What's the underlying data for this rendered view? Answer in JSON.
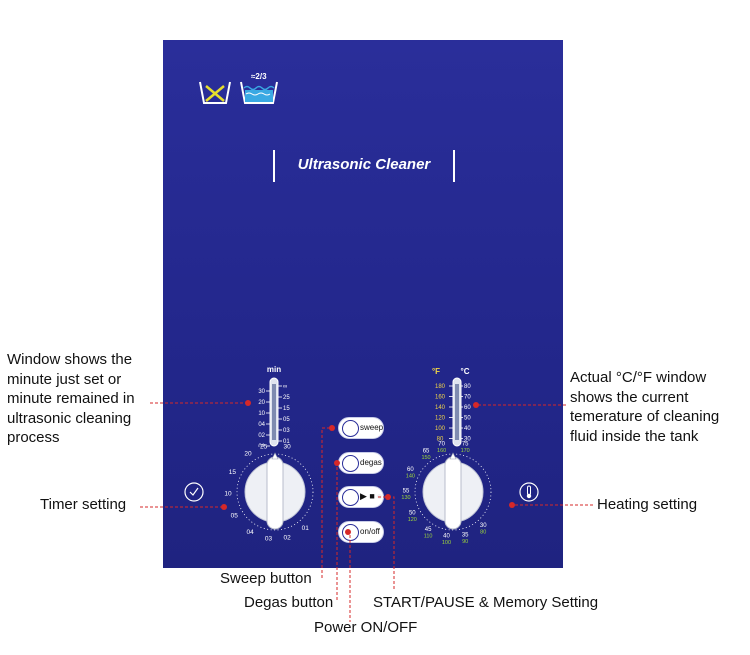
{
  "panel": {
    "title": "Ultrasonic Cleaner",
    "fill_mark": "≈2/3"
  },
  "timer_window": {
    "unit": "min",
    "left_scale": [
      "30",
      "20",
      "10",
      "04",
      "02",
      "01"
    ],
    "right_scale": [
      "∞",
      "25",
      "15",
      "05",
      "03",
      "01"
    ]
  },
  "timer_knob": {
    "labels": [
      {
        "text": "01",
        "deg": -50
      },
      {
        "text": "02",
        "deg": -75
      },
      {
        "text": "03",
        "deg": -98
      },
      {
        "text": "04",
        "deg": -122
      },
      {
        "text": "05",
        "deg": -150
      },
      {
        "text": "10",
        "deg": -178
      },
      {
        "text": "15",
        "deg": -205
      },
      {
        "text": "20",
        "deg": -235
      },
      {
        "text": "25",
        "deg": -256
      },
      {
        "text": "30",
        "deg": -285
      }
    ]
  },
  "temp_window": {
    "f_unit": "°F",
    "c_unit": "°C",
    "f_scale": [
      "180",
      "160",
      "140",
      "120",
      "100",
      "80"
    ],
    "c_scale": [
      "80",
      "70",
      "60",
      "50",
      "40",
      "30"
    ]
  },
  "temp_knob": {
    "labels": [
      {
        "c": "30",
        "f": "80",
        "deg": -50
      },
      {
        "c": "35",
        "f": "90",
        "deg": -75
      },
      {
        "c": "40",
        "f": "100",
        "deg": -98
      },
      {
        "c": "45",
        "f": "110",
        "deg": -122
      },
      {
        "c": "50",
        "f": "120",
        "deg": -150
      },
      {
        "c": "55",
        "f": "130",
        "deg": -178
      },
      {
        "c": "60",
        "f": "140",
        "deg": -205
      },
      {
        "c": "65",
        "f": "150",
        "deg": -235
      },
      {
        "c": "70",
        "f": "160",
        "deg": -256
      },
      {
        "c": "75",
        "f": "170",
        "deg": -285
      }
    ]
  },
  "buttons": [
    {
      "label": "sweep"
    },
    {
      "label": "degas"
    },
    {
      "label": "▶ ■"
    },
    {
      "label": "on/off"
    }
  ],
  "callouts": {
    "timer_window": [
      "Window shows the",
      "minute just set or",
      "minute remained in",
      "ultrasonic cleaning",
      "process"
    ],
    "timer_setting": "Timer setting",
    "temp_window": [
      "Actual °C/°F window",
      "shows the current",
      "temerature of cleaning",
      "fluid inside the tank"
    ],
    "heating_setting": "Heating setting",
    "sweep_button": "Sweep button",
    "degas_button": "Degas button",
    "start_pause": "START/PAUSE & Memory Setting",
    "power": "Power ON/OFF"
  },
  "colors": {
    "panel": "#24288f",
    "leader": "#d62828",
    "green_label": "#9fd83a",
    "yellow_label": "#f2d648",
    "water": "#3aa9e3",
    "cross": "#e6de2c"
  }
}
